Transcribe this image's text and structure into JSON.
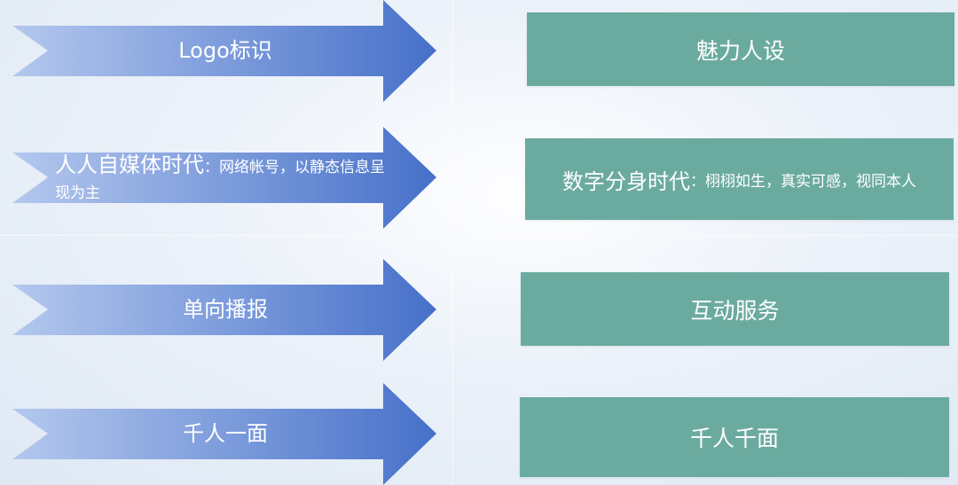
{
  "colors": {
    "arrow_light": "#a9c0ea",
    "arrow_dark": "#4670c9",
    "box": "#6bab9f",
    "text": "#ffffff"
  },
  "rows": [
    {
      "left": {
        "main": "Logo标识",
        "detail": ""
      },
      "right": {
        "main": "魅力人设",
        "detail": ""
      }
    },
    {
      "left": {
        "main": "人人自媒体时代",
        "detail": "：网络帐号，以静态信息呈现为主"
      },
      "right": {
        "main": "数字分身时代",
        "detail": "：栩栩如生，真实可感，视同本人"
      }
    },
    {
      "left": {
        "main": "单向播报",
        "detail": ""
      },
      "right": {
        "main": "互动服务",
        "detail": ""
      }
    },
    {
      "left": {
        "main": "千人一面",
        "detail": ""
      },
      "right": {
        "main": "千人千面",
        "detail": ""
      }
    }
  ]
}
